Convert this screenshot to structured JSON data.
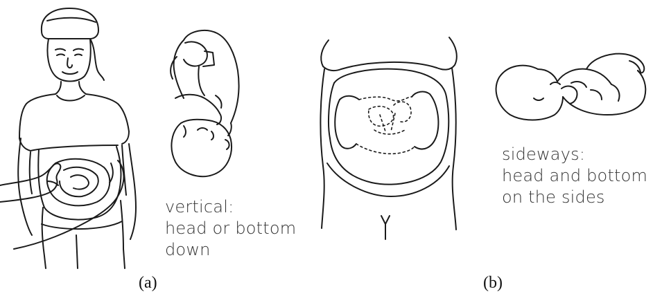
{
  "panel_a": {
    "label": "(a)",
    "caption_lines": [
      "vertical:",
      "head or bottom",
      "down"
    ]
  },
  "panel_b": {
    "label": "(b)",
    "caption_lines": [
      "sideways:",
      "head and bottom",
      "on the sides"
    ]
  },
  "colors": {
    "ink": "#1a1a1a",
    "background": "#ffffff"
  }
}
